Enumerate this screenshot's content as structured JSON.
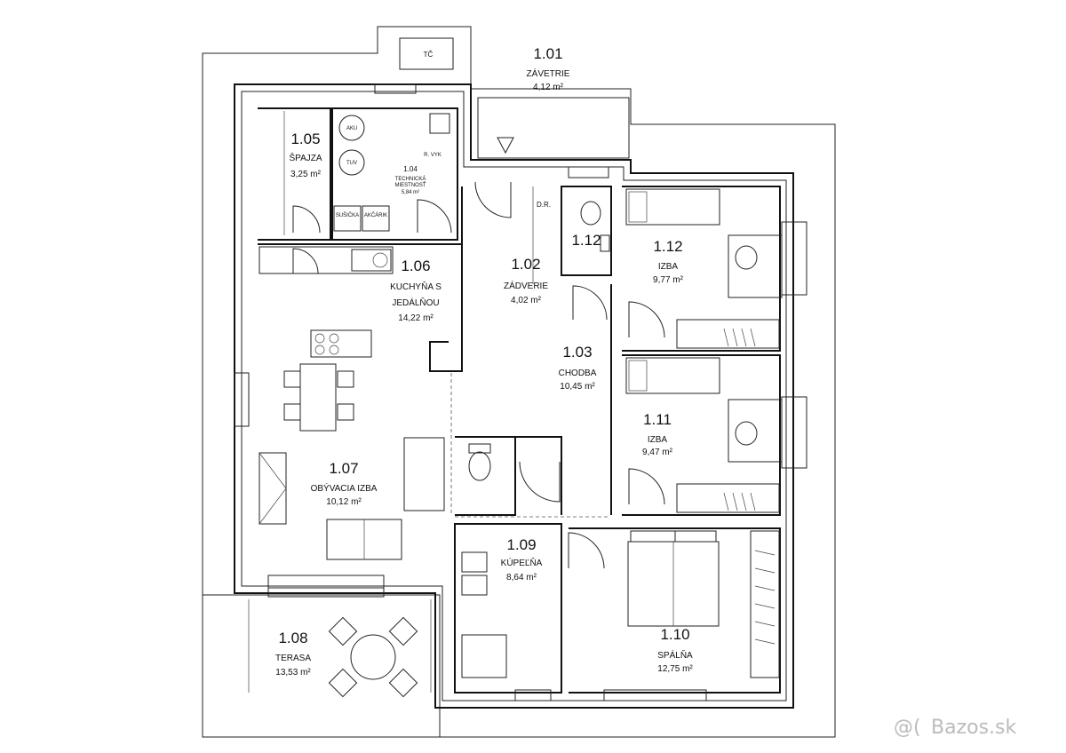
{
  "rooms": [
    {
      "id": "r101",
      "number": "1.01",
      "name": "ZÁVETRIE",
      "area": "4,12 m²"
    },
    {
      "id": "r102",
      "number": "1.02",
      "name": "ZÁDVERIE",
      "area": "4,02 m²"
    },
    {
      "id": "r103",
      "number": "1.03",
      "name": "CHODBA",
      "area": "10,45 m²"
    },
    {
      "id": "r104",
      "number": "1.04",
      "name": "TECHNICKÁ MIESTNOSŤ",
      "area": "5,84 m²"
    },
    {
      "id": "r105",
      "number": "1.05",
      "name": "ŠPAJZA",
      "area": "3,25 m²"
    },
    {
      "id": "r106",
      "number": "1.06",
      "name": "KUCHYŇA S JEDÁLŇOU",
      "area": "14,22 m²"
    },
    {
      "id": "r107",
      "number": "1.07",
      "name": "OBÝVACIA IZBA",
      "area": "10,12 m²"
    },
    {
      "id": "r108",
      "number": "1.08",
      "name": "TERASA",
      "area": "13,53 m²"
    },
    {
      "id": "r109",
      "number": "1.09",
      "name": "KÚPEĽŇA",
      "area": "8,64 m²"
    },
    {
      "id": "r110",
      "number": "1.10",
      "name": "SPÁLŇA",
      "area": "12,75 m²"
    },
    {
      "id": "r111",
      "number": "1.11",
      "name": "IZBA",
      "area": "9,47 m²"
    },
    {
      "id": "r112",
      "number": "1.12",
      "name": "IZBA",
      "area": "9,77 m²"
    },
    {
      "id": "r112b",
      "number": "1.12",
      "name": "",
      "area": ""
    }
  ],
  "fixtures": {
    "heat_pump": "TČ",
    "aku": "AKU",
    "tuv": "TUV",
    "dryer": "SUŠIČKA",
    "washer": "AKČÁRIK",
    "vent": "R. VYK",
    "dr": "D.R."
  },
  "kitchen_label_line1": "KUCHYŇA S",
  "kitchen_label_line2": "JEDÁLŇOU",
  "tech_label_line1": "TECHNICKÁ",
  "tech_label_line2": "MIESTNOSŤ",
  "watermark": "Bazos.sk"
}
